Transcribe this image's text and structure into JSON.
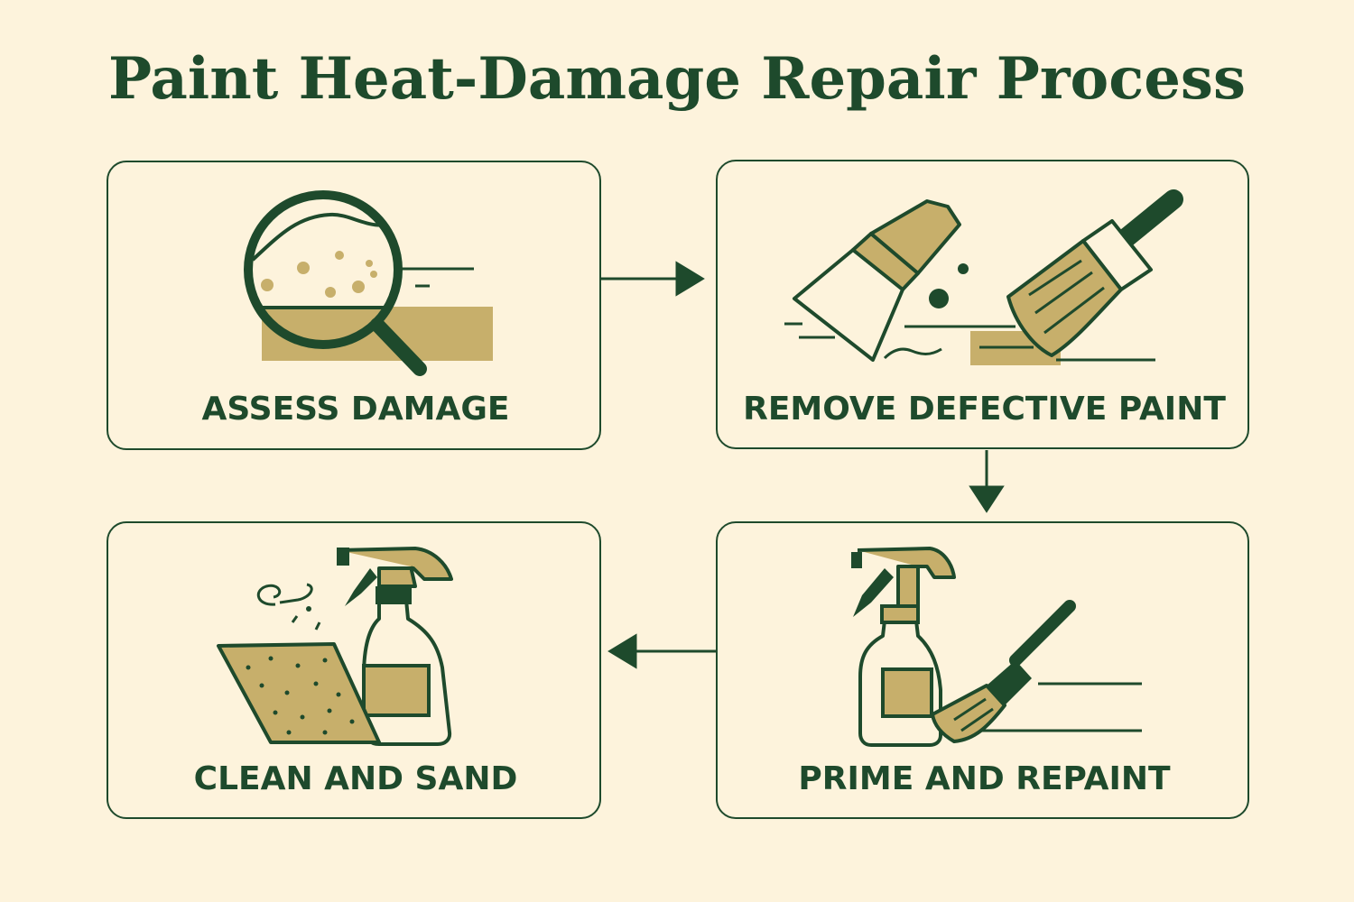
{
  "title": "Paint Heat-Damage Repair Process",
  "colors": {
    "background": "#fdf3dc",
    "primary_green": "#1e4a2c",
    "tan": "#c7af6b"
  },
  "steps": [
    {
      "label": "ASSESS DAMAGE",
      "icon": "magnifier-damage-icon"
    },
    {
      "label": "REMOVE DEFECTIVE PAINT",
      "icon": "scraper-brush-icon"
    },
    {
      "label": "PRIME AND REPAINT",
      "icon": "spray-brush-icon"
    },
    {
      "label": "CLEAN AND SAND",
      "icon": "sandpaper-spray-icon"
    }
  ]
}
